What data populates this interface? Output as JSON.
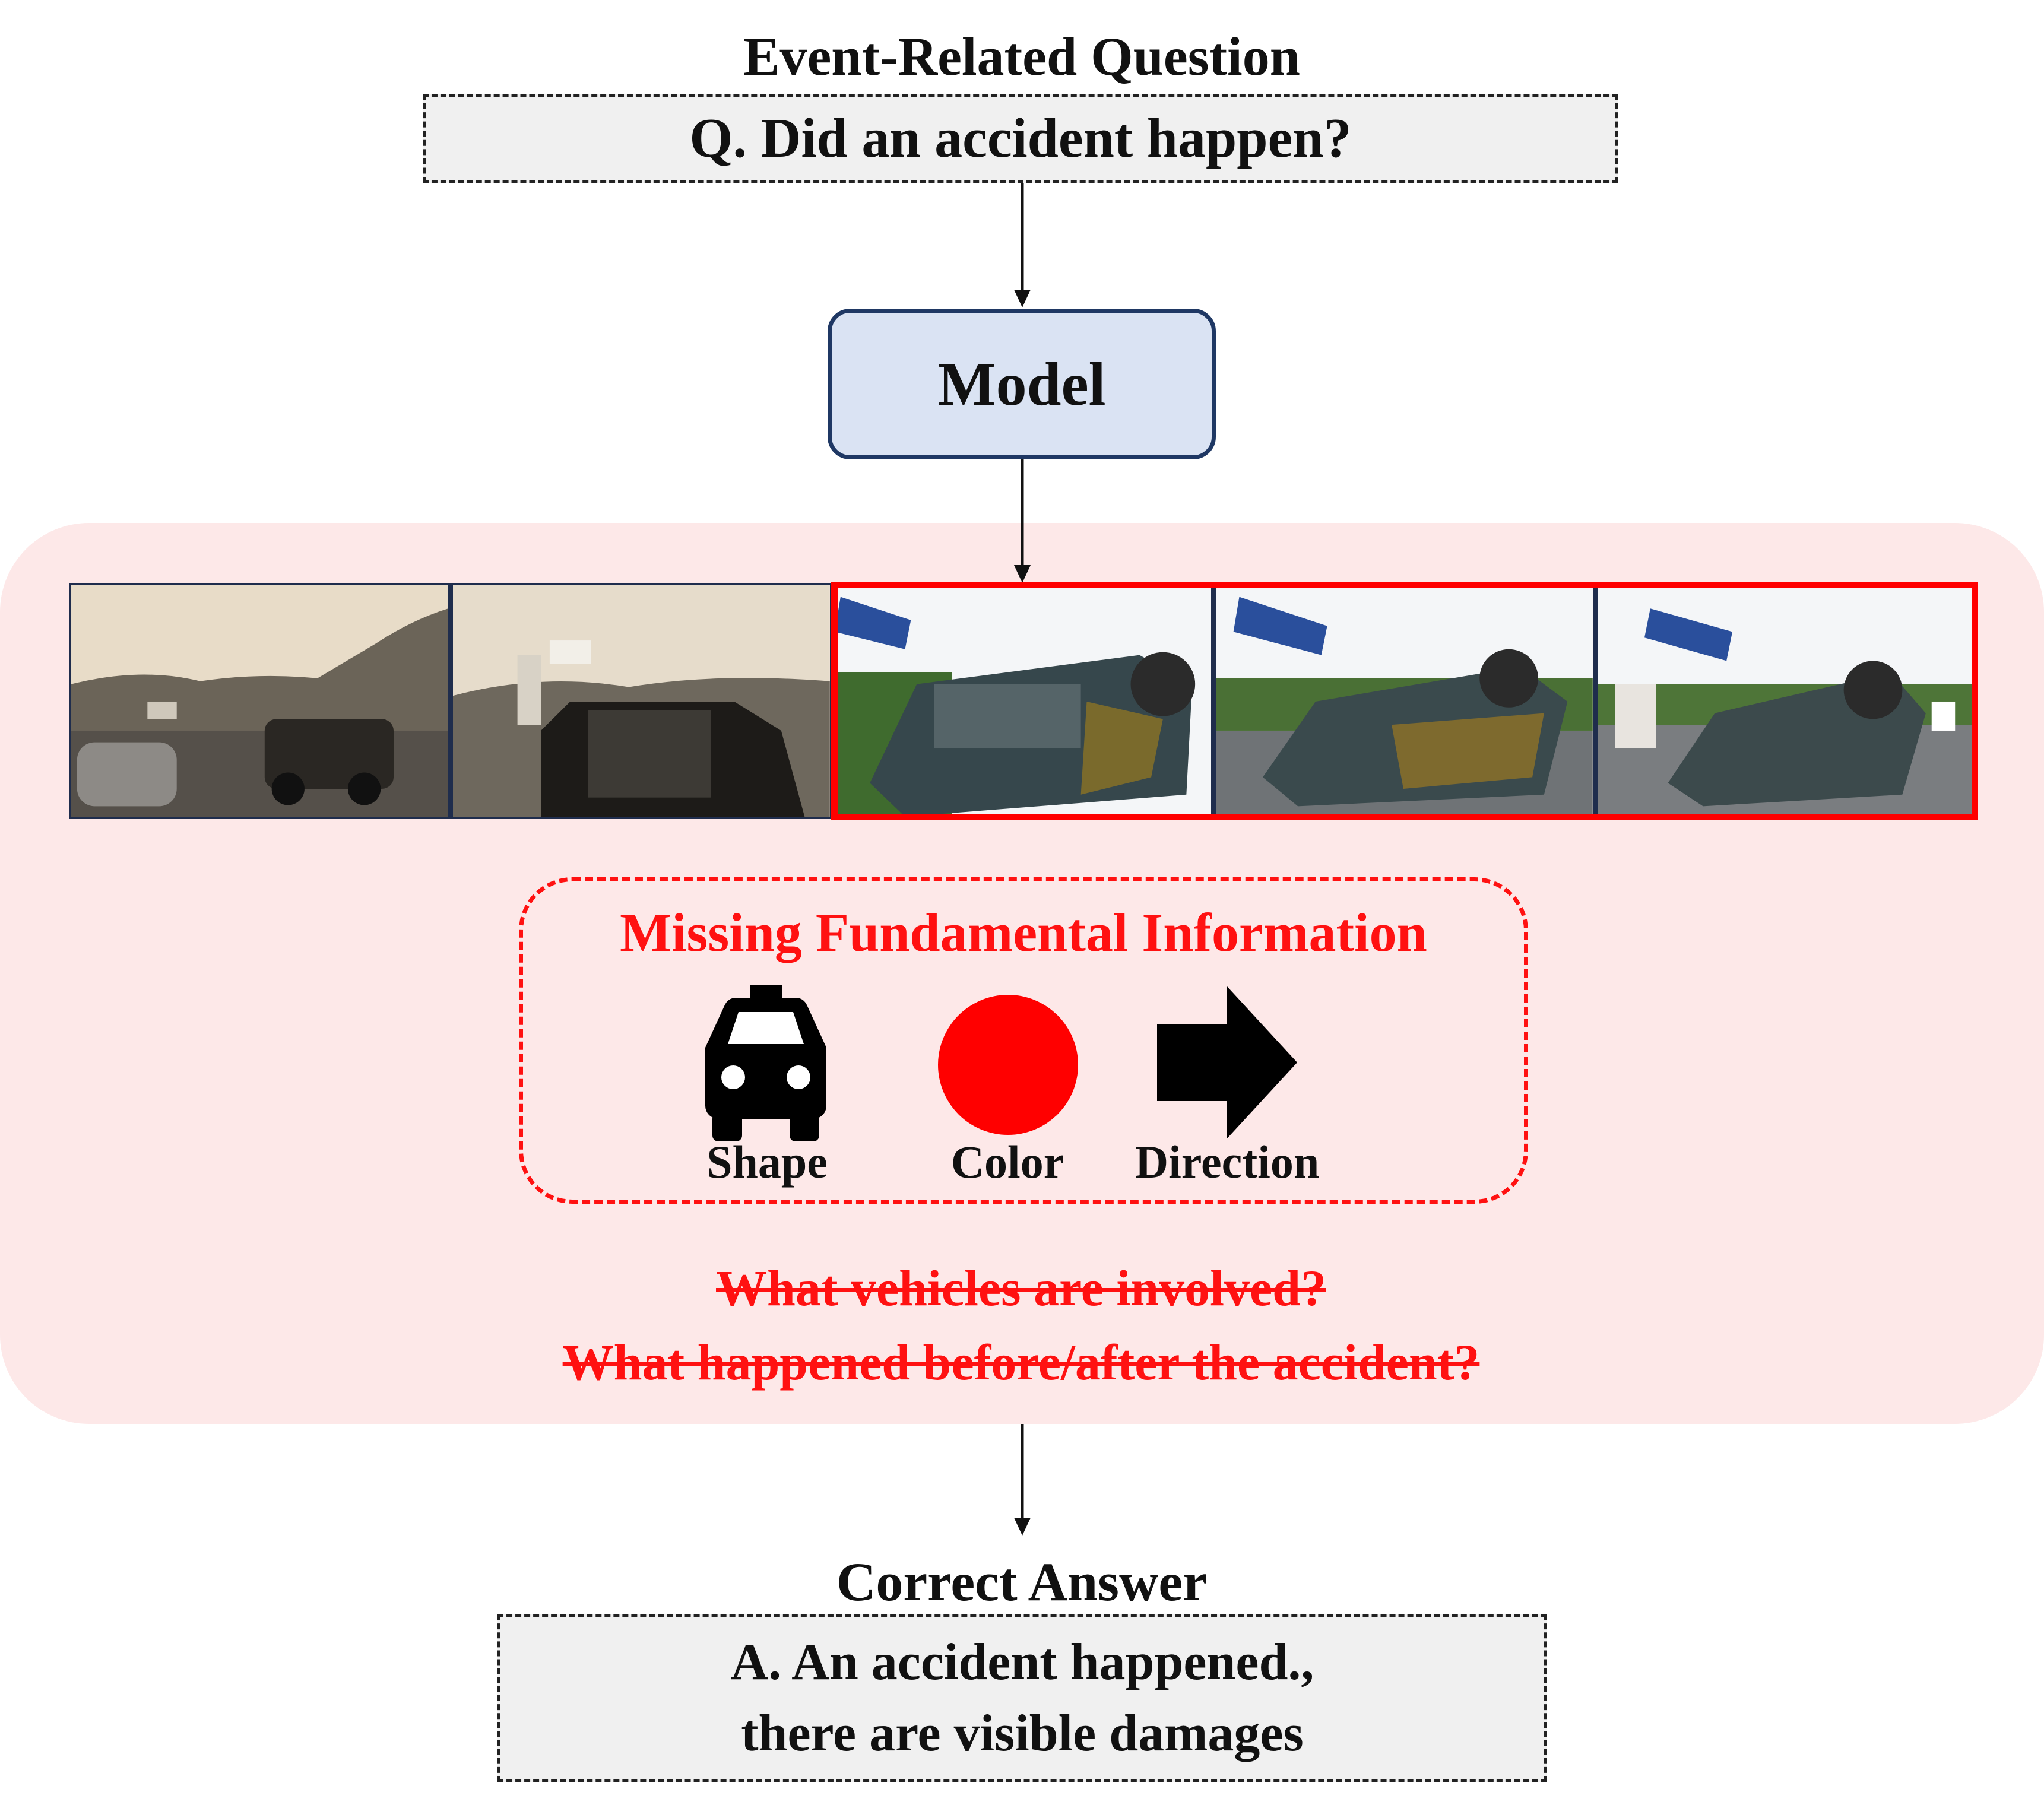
{
  "question": {
    "heading": "Event-Related Question",
    "text": "Q. Did an accident happen?"
  },
  "model": {
    "label": "Model"
  },
  "frames": {
    "count": 5,
    "highlighted": [
      3,
      4,
      5
    ],
    "highlight_color": "#ff0000"
  },
  "missing_info": {
    "title": "Missing Fundamental Information",
    "items": [
      {
        "label": "Shape",
        "icon": "taxi-car-icon"
      },
      {
        "label": "Color",
        "icon": "red-circle-icon"
      },
      {
        "label": "Direction",
        "icon": "right-arrow-icon"
      }
    ],
    "accent_color": "#ff1111"
  },
  "struck_questions": [
    "What vehicles are involved?",
    "What happened before/after the accident?"
  ],
  "answer": {
    "heading": "Correct Answer",
    "line1": "A. An accident happened.,",
    "line2": "there are visible damages"
  },
  "colors": {
    "panel_bg": "#fde8e8",
    "model_bg": "#dae3f3",
    "model_border": "#1f3864",
    "box_bg": "#f0f0f0"
  }
}
